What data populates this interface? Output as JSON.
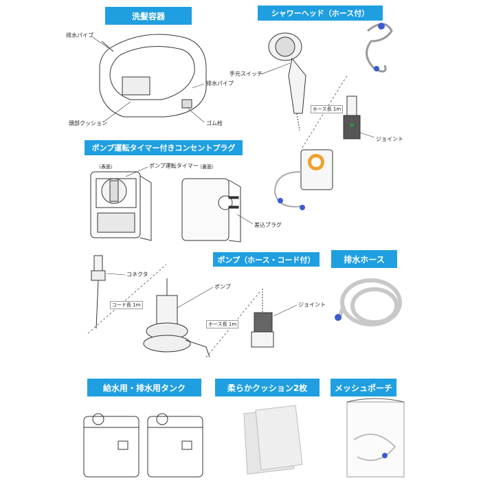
{
  "headers": {
    "basin": "洗髪容器",
    "shower": "シャワーヘッド（ホース付）",
    "plug": "ポンプ運転タイマー付きコンセントプラグ",
    "pump": "ポンプ（ホース・コード付）",
    "drain_hose": "排水ホース",
    "tank": "給水用・排水用タンク",
    "cushion": "柔らかクッション2枚",
    "pouch": "メッシュポーチ"
  },
  "labels": {
    "drain_pipe_1": "排水パイプ",
    "drain_pipe_2": "排水パイプ",
    "head_cushion": "頭部クッション",
    "rubber_plug": "ゴム栓",
    "hand_switch": "手元スイッチ",
    "hose_len_shower": "ホース長 1m",
    "joint_shower": "ジョイント",
    "front": "（表面）",
    "back": "（裏面）",
    "pump_timer": "ポンプ運転タイマー",
    "plug_blade": "差込プラグ",
    "connector": "コネクタ",
    "cord_len": "コード長 1m",
    "pump": "ポンプ",
    "hose_len_pump": "ホース長 1m",
    "joint_pump": "ジョイント"
  },
  "colors": {
    "header_bg": "#1f9fe0",
    "header_text": "#ffffff",
    "timer_orange": "#f0a030"
  }
}
